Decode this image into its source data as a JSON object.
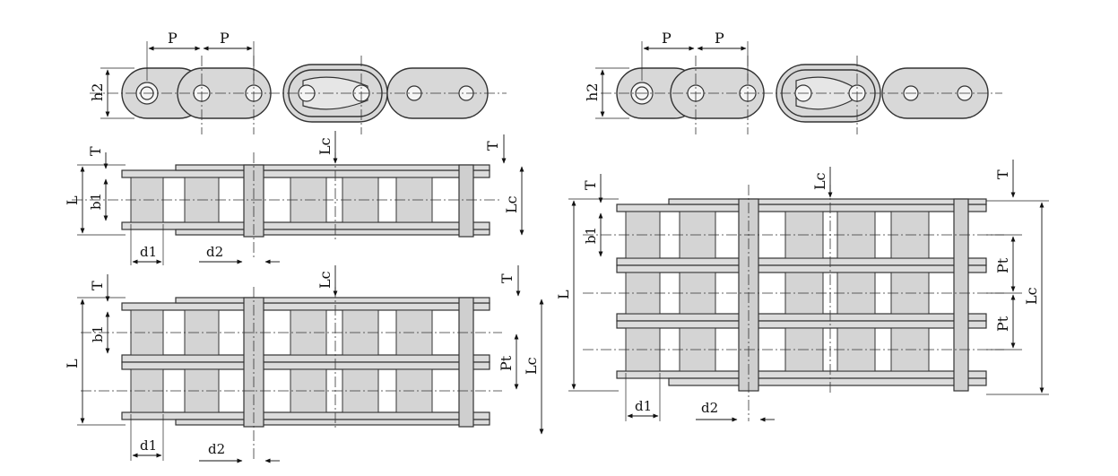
{
  "diagram": {
    "pitch_symbol": "P",
    "height_symbol": "h2",
    "plate_thickness_symbol": "T",
    "overall_length_symbol": "L",
    "connecting_length_symbol": "Lc",
    "inner_width_symbol": "b1",
    "roller_diameter_symbol": "d1",
    "pin_diameter_symbol": "d2",
    "transverse_pitch_symbol": "Pt"
  },
  "colors": {
    "part_fill": "#d8d8d8",
    "outline": "#333333",
    "background": "#ffffff"
  }
}
